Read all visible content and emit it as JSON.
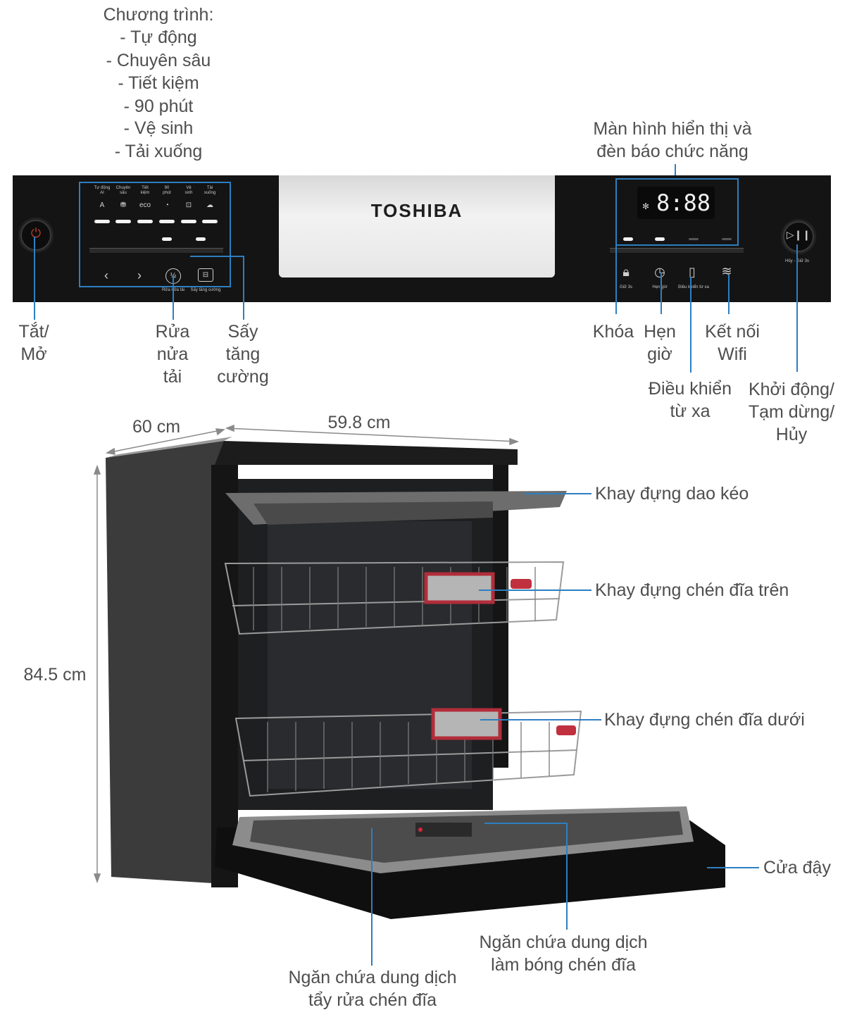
{
  "programs": {
    "heading": "Chương trình:",
    "items": [
      "- Tự động",
      "- Chuyên sâu",
      "- Tiết kiệm",
      "- 90 phút",
      "- Vệ sinh",
      "- Tải xuống"
    ]
  },
  "display_label": {
    "line1": "Màn hình hiển thị và",
    "line2": "đèn báo chức năng"
  },
  "panel": {
    "brand": "TOSHIBA",
    "program_keys": [
      {
        "l1": "Tự động",
        "l2": "AI",
        "icon": "A"
      },
      {
        "l1": "Chuyên",
        "l2": "sâu",
        "icon": "⛃"
      },
      {
        "l1": "Tiết",
        "l2": "kiệm",
        "icon": "eco"
      },
      {
        "l1": "90",
        "l2": "phút",
        "icon": "◔"
      },
      {
        "l1": "Vệ",
        "l2": "sinh",
        "icon": "⊡"
      },
      {
        "l1": "Tải",
        "l2": "xuống",
        "icon": "☁"
      }
    ],
    "display_readout": "8:88",
    "half_load_caption": "Rửa nửa tải",
    "extra_dry_caption": "Sấy tăng cường",
    "lock_caption": "Giữ 3s",
    "timer_caption": "Hẹn giờ",
    "remote_caption": "Điều khiển từ xa",
    "start_caption": "Hủy - Giữ 3s"
  },
  "callouts": {
    "power": [
      "Tắt/",
      "Mở"
    ],
    "half_load": [
      "Rửa",
      "nửa",
      "tải"
    ],
    "extra_dry": [
      "Sấy",
      "tăng",
      "cường"
    ],
    "lock": "Khóa",
    "timer": [
      "Hẹn",
      "giờ"
    ],
    "wifi": [
      "Kết nối",
      "Wifi"
    ],
    "remote": [
      "Điều khiển",
      "từ xa"
    ],
    "start": [
      "Khởi động/",
      "Tạm dừng/",
      "Hủy"
    ]
  },
  "dimensions": {
    "depth": "60 cm",
    "width": "59.8 cm",
    "height": "84.5 cm"
  },
  "parts": {
    "cutlery_tray": "Khay đựng dao kéo",
    "upper_rack": "Khay đựng chén đĩa trên",
    "lower_rack": "Khay đựng chén đĩa dưới",
    "door": "Cửa đậy",
    "rinse_aid": [
      "Ngăn chứa dung dịch",
      "làm bóng chén đĩa"
    ],
    "detergent": [
      "Ngăn chứa dung dịch",
      "tẩy rửa chén đĩa"
    ]
  }
}
